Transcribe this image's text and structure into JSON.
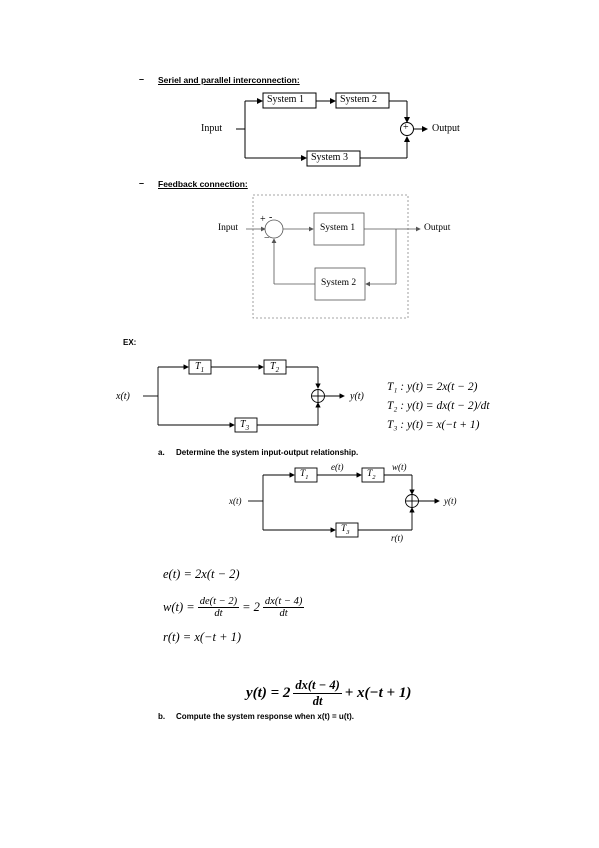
{
  "sections": {
    "dash": "–",
    "serial_heading": "Seriel and parallel interconnection:",
    "feedback_heading": "Feedback connection:"
  },
  "diagram_serial": {
    "input": "Input",
    "output": "Output",
    "system1": "System 1",
    "system2": "System 2",
    "system3": "System 3",
    "sum": "+"
  },
  "diagram_feedback": {
    "input": "Input",
    "output": "Output",
    "system1": "System 1",
    "system2": "System 2",
    "plus": "+",
    "minus1": "-",
    "minus2": "−"
  },
  "example": {
    "label": "EX:",
    "x": "x(t)",
    "y": "y(t)",
    "t1": "T",
    "t1_sub": "1",
    "t2": "T",
    "t2_sub": "2",
    "t3": "T",
    "t3_sub": "3",
    "defs": [
      "T₁ : y(t) = 2x(t − 2)",
      "T₂ : y(t) = dx(t − 2)/dt",
      "T₃ : y(t) = x(−t + 1)"
    ]
  },
  "part_a": {
    "label": "a.",
    "text": "Determine the system input-output relationship.",
    "e": "e(t)",
    "w": "w(t)",
    "r": "r(t)",
    "x": "x(t)",
    "y": "y(t)",
    "eq1": "e(t) = 2x(t − 2)",
    "eq2_lhs": "w(t) =",
    "eq2_num1": "de(t − 2)",
    "eq2_den1": "dt",
    "eq2_mid": "= 2",
    "eq2_num2": "dx(t − 4)",
    "eq2_den2": "dt",
    "eq3": "r(t) = x(−t + 1)",
    "result_lhs": "y(t) = 2",
    "result_num": "dx(t − 4)",
    "result_den": "dt",
    "result_rhs": "+ x(−t + 1)"
  },
  "part_b": {
    "label": "b.",
    "text": "Compute the system response when x(t) = u(t)."
  }
}
